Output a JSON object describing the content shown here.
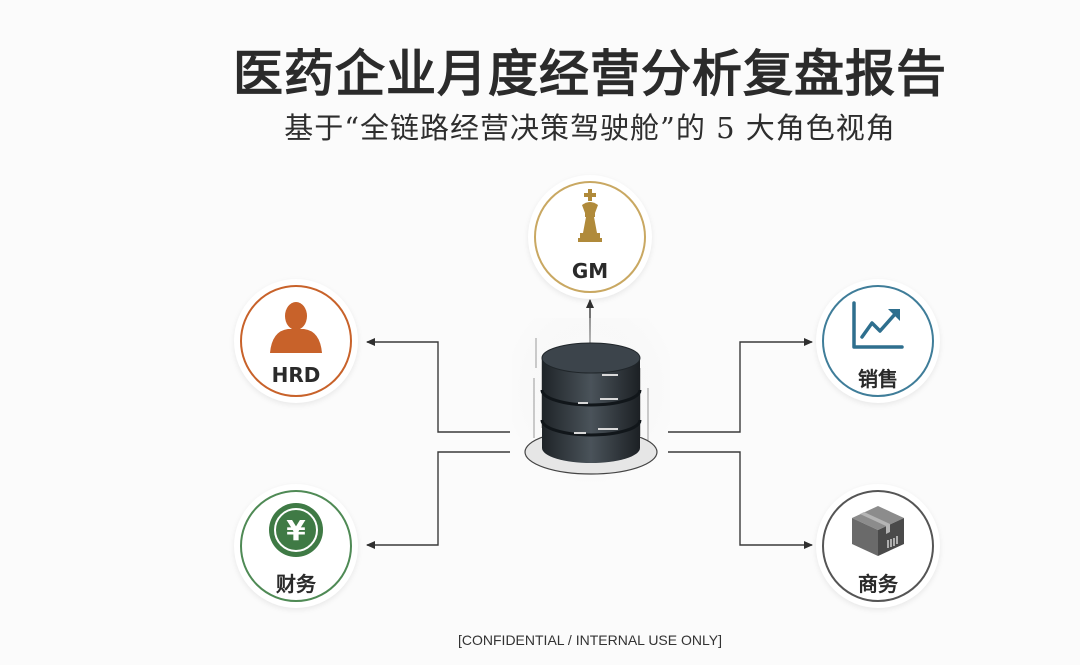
{
  "header": {
    "title": "医药企业月度经营分析复盘报告",
    "subtitle": "基于“全链路经营决策驾驶舱”的 5 大角色视角"
  },
  "roles": {
    "gm": {
      "label": "GM",
      "icon": "chess-king-icon",
      "color": "#b08a3a"
    },
    "hrd": {
      "label": "HRD",
      "icon": "person-icon",
      "color": "#c8622a"
    },
    "sales": {
      "label": "销售",
      "icon": "trend-chart-icon",
      "color": "#2e6f8e"
    },
    "finance": {
      "label": "财务",
      "icon": "yen-coin-icon",
      "color": "#3f7a45"
    },
    "business": {
      "label": "商务",
      "icon": "package-box-icon",
      "color": "#4a4a4a"
    }
  },
  "hub": {
    "icon": "database-server-icon"
  },
  "footer": {
    "text": "[CONFIDENTIAL / INTERNAL USE ONLY]"
  }
}
